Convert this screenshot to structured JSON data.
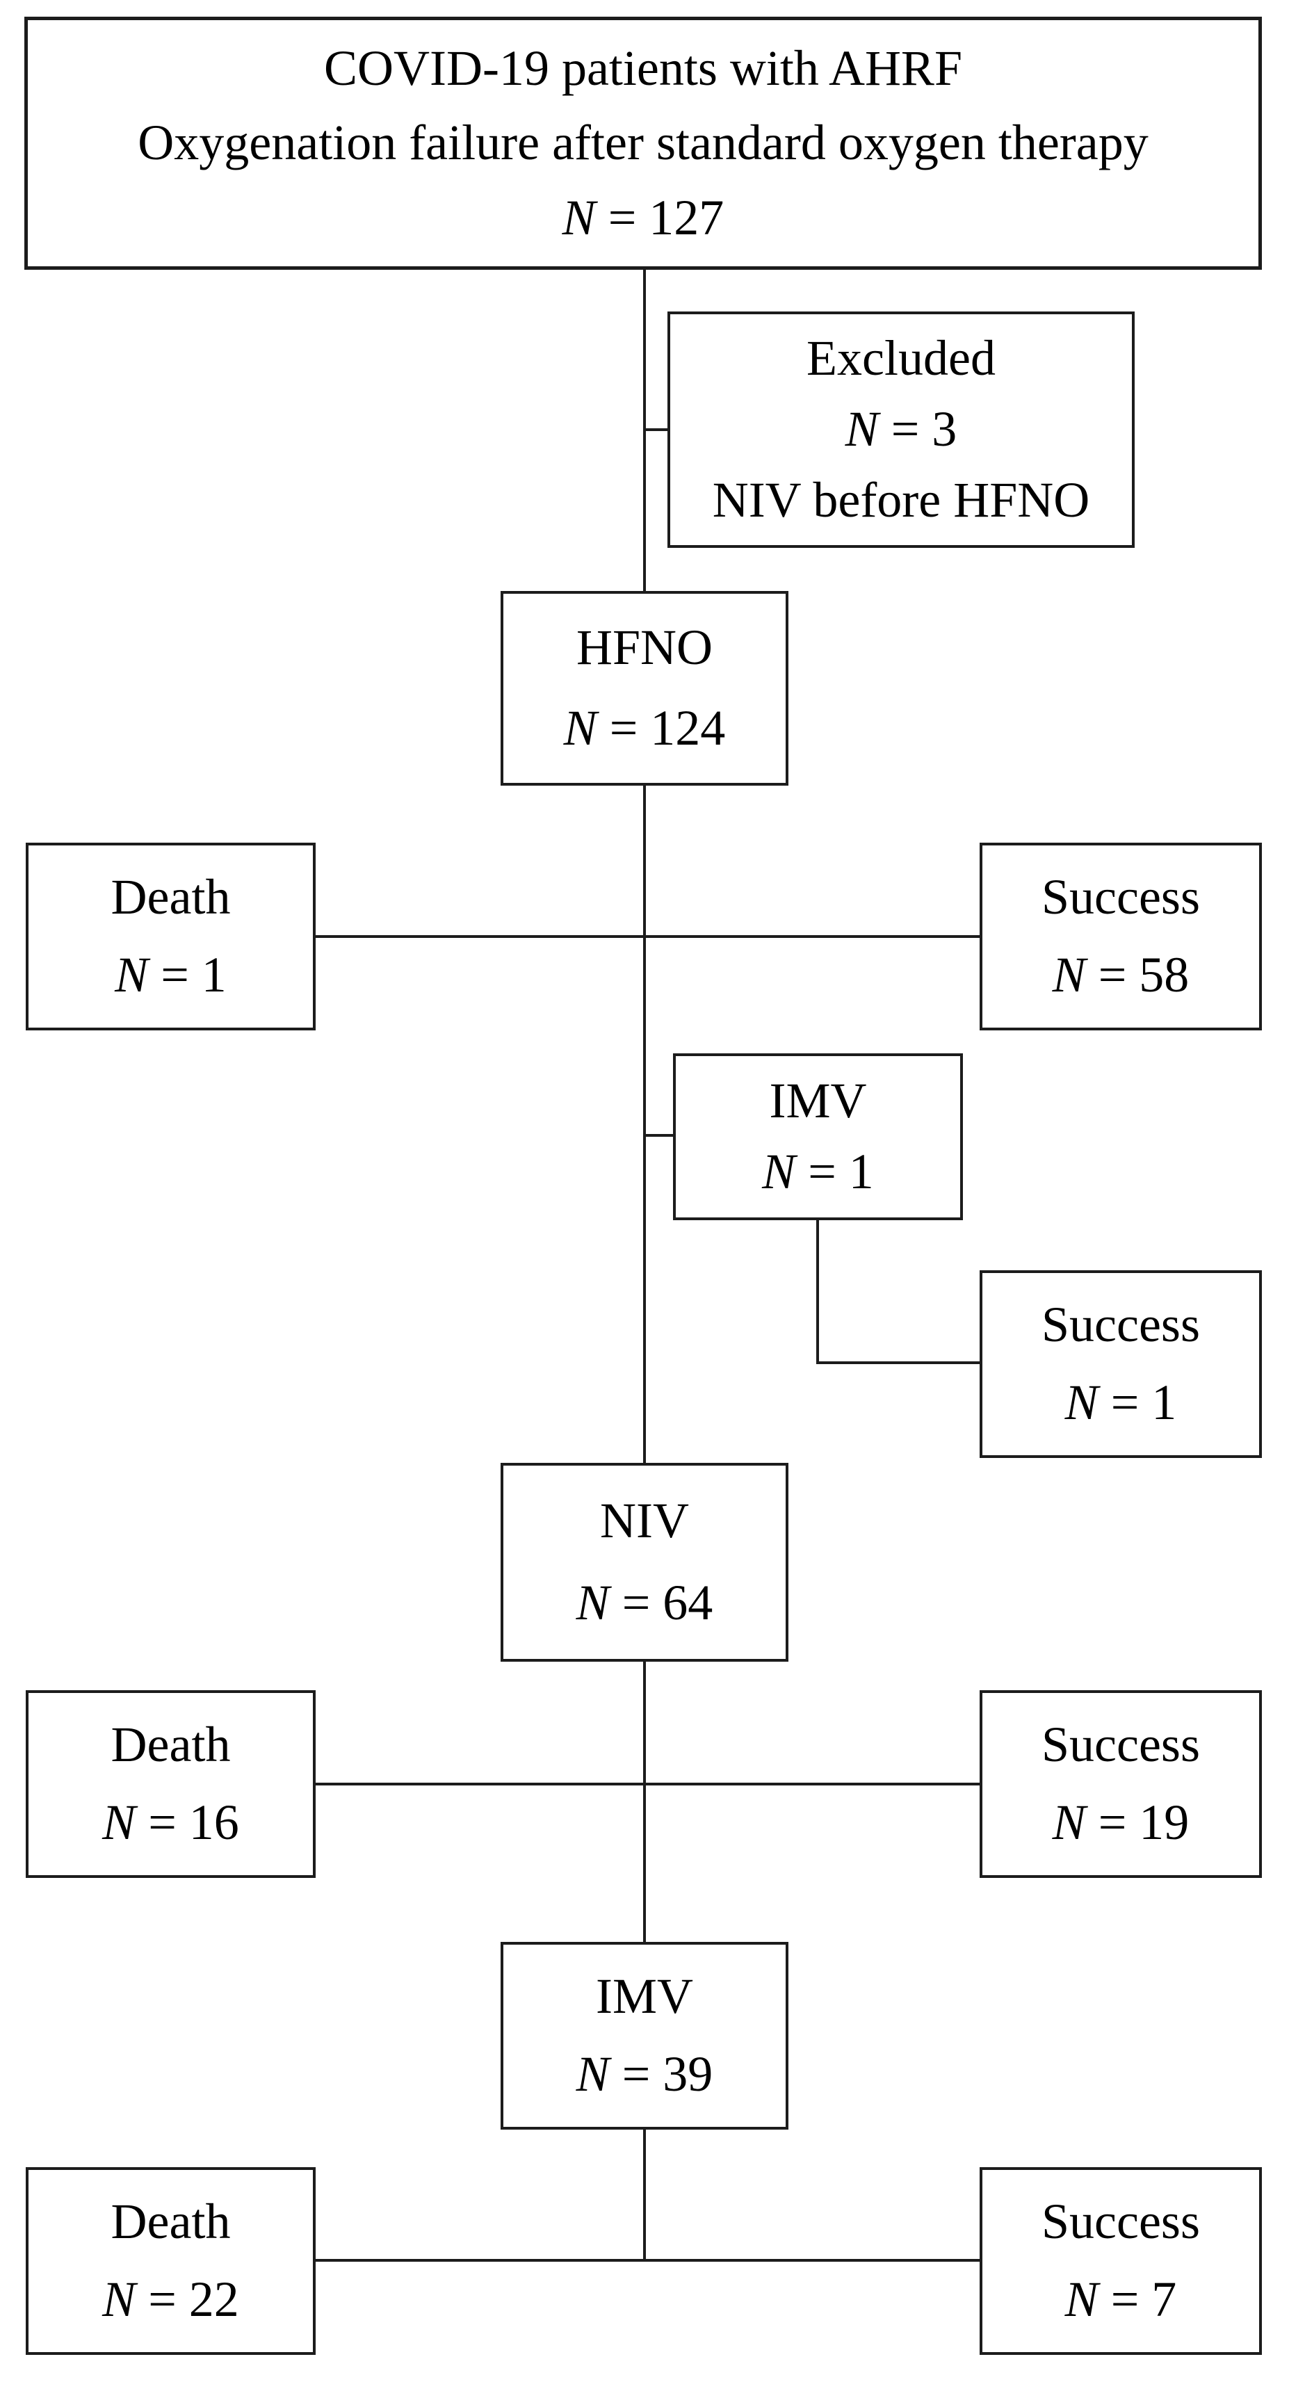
{
  "figure": {
    "kind": "patient-flow-diagram",
    "background_color": "#ffffff",
    "line_color": "#1c1c1c",
    "text_color": "#000000"
  },
  "boxes": {
    "enrollment": {
      "title": "COVID-19 patients with AHRF",
      "subtitle": "Oxygenation failure after standard oxygen therapy",
      "n": "N = 127"
    },
    "excluded": {
      "title": "Excluded",
      "n": "N = 3",
      "reason": "NIV before HFNO"
    },
    "hfno": {
      "title": "HFNO",
      "n": "N = 124"
    },
    "hfno_death": {
      "title": "Death",
      "n": "N = 1"
    },
    "hfno_success": {
      "title": "Success",
      "n": "N = 58"
    },
    "imv_crossover": {
      "title": "IMV",
      "n": "N = 1"
    },
    "imv_crossover_success": {
      "title": "Success",
      "n": "N = 1"
    },
    "niv": {
      "title": "NIV",
      "n": "N = 64"
    },
    "niv_death": {
      "title": "Death",
      "n": "N = 16"
    },
    "niv_success": {
      "title": "Success",
      "n": "N = 19"
    },
    "imv": {
      "title": "IMV",
      "n": "N = 39"
    },
    "imv_death": {
      "title": "Death",
      "n": "N = 22"
    },
    "imv_success": {
      "title": "Success",
      "n": "N = 7"
    }
  },
  "edges": [
    {
      "from": "enrollment",
      "to": "hfno"
    },
    {
      "from": "enrollment",
      "to": "excluded"
    },
    {
      "from": "hfno",
      "to": "hfno_death"
    },
    {
      "from": "hfno",
      "to": "hfno_success"
    },
    {
      "from": "hfno",
      "to": "imv_crossover"
    },
    {
      "from": "imv_crossover",
      "to": "imv_crossover_success"
    },
    {
      "from": "hfno",
      "to": "niv"
    },
    {
      "from": "niv",
      "to": "niv_death"
    },
    {
      "from": "niv",
      "to": "niv_success"
    },
    {
      "from": "niv",
      "to": "imv"
    },
    {
      "from": "imv",
      "to": "imv_death"
    },
    {
      "from": "imv",
      "to": "imv_success"
    }
  ]
}
